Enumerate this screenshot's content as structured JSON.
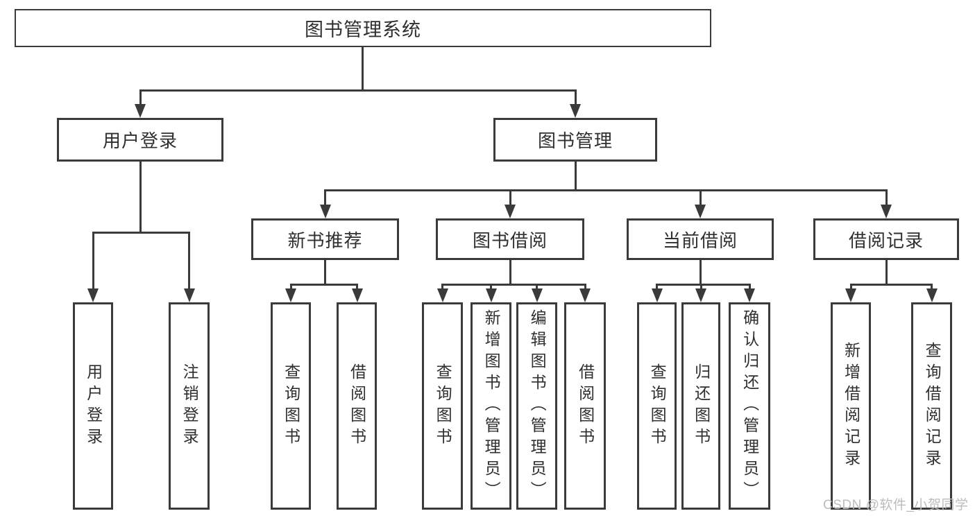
{
  "diagram_title": "图书管理系统",
  "tree": {
    "label": "图书管理系统",
    "children": [
      {
        "label": "用户登录",
        "children": [
          {
            "label": "用户登录"
          },
          {
            "label": "注销登录"
          }
        ]
      },
      {
        "label": "图书管理",
        "children": [
          {
            "label": "新书推荐",
            "children": [
              {
                "label": "查询图书"
              },
              {
                "label": "借阅图书"
              }
            ]
          },
          {
            "label": "图书借阅",
            "children": [
              {
                "label": "查询图书"
              },
              {
                "label": "新增图书（管理员）"
              },
              {
                "label": "编辑图书（管理员）"
              },
              {
                "label": "借阅图书"
              }
            ]
          },
          {
            "label": "当前借阅",
            "children": [
              {
                "label": "查询图书"
              },
              {
                "label": "归还图书"
              },
              {
                "label": "确认归还（管理员）"
              }
            ]
          },
          {
            "label": "借阅记录",
            "children": [
              {
                "label": "新增借阅记录"
              },
              {
                "label": "查询借阅记录"
              }
            ]
          }
        ]
      }
    ]
  },
  "watermark": {
    "text": "CSDN @软件_小贺同学"
  },
  "colors": {
    "line": "#3a3a3a",
    "box_border": "#3a3a3a",
    "text": "#2f2f2f",
    "watermark": "#bcbcbc",
    "background": "#ffffff"
  }
}
